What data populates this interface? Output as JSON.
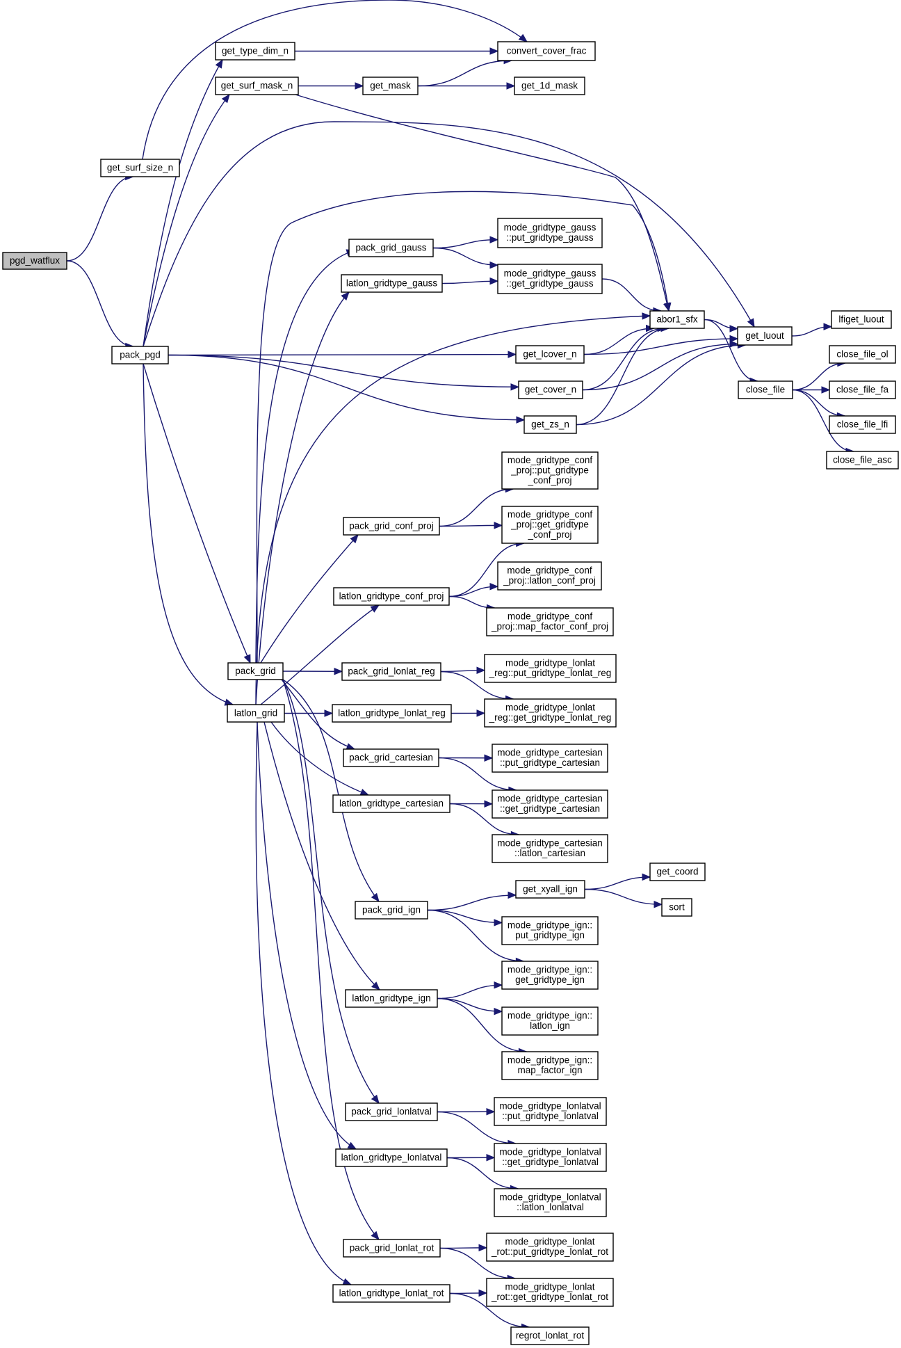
{
  "colors": {
    "edge": "#191970",
    "node_border": "#000000",
    "root_fill": "#bfbfbf",
    "node_fill": "#ffffff"
  },
  "nodes": [
    {
      "id": "pgd_watflux",
      "lines": [
        "pgd_watflux"
      ],
      "root": true
    },
    {
      "id": "get_surf_size_n",
      "lines": [
        "get_surf_size_n"
      ]
    },
    {
      "id": "pack_pgd",
      "lines": [
        "pack_pgd"
      ]
    },
    {
      "id": "get_type_dim_n",
      "lines": [
        "get_type_dim_n"
      ]
    },
    {
      "id": "get_surf_mask_n",
      "lines": [
        "get_surf_mask_n"
      ]
    },
    {
      "id": "get_mask",
      "lines": [
        "get_mask"
      ]
    },
    {
      "id": "convert_cover_frac",
      "lines": [
        "convert_cover_frac"
      ]
    },
    {
      "id": "get_1d_mask",
      "lines": [
        "get_1d_mask"
      ]
    },
    {
      "id": "pack_grid_gauss",
      "lines": [
        "pack_grid_gauss"
      ]
    },
    {
      "id": "latlon_gridtype_gauss",
      "lines": [
        "latlon_gridtype_gauss"
      ]
    },
    {
      "id": "mg_gauss_put",
      "lines": [
        "mode_gridtype_gauss",
        "::put_gridtype_gauss"
      ]
    },
    {
      "id": "mg_gauss_get",
      "lines": [
        "mode_gridtype_gauss",
        "::get_gridtype_gauss"
      ]
    },
    {
      "id": "abor1_sfx",
      "lines": [
        "abor1_sfx"
      ]
    },
    {
      "id": "get_luout",
      "lines": [
        "get_luout"
      ]
    },
    {
      "id": "lfiget_luout",
      "lines": [
        "lfiget_luout"
      ]
    },
    {
      "id": "get_lcover_n",
      "lines": [
        "get_lcover_n"
      ]
    },
    {
      "id": "get_cover_n",
      "lines": [
        "get_cover_n"
      ]
    },
    {
      "id": "get_zs_n",
      "lines": [
        "get_zs_n"
      ]
    },
    {
      "id": "close_file",
      "lines": [
        "close_file"
      ]
    },
    {
      "id": "close_file_ol",
      "lines": [
        "close_file_ol"
      ]
    },
    {
      "id": "close_file_fa",
      "lines": [
        "close_file_fa"
      ]
    },
    {
      "id": "close_file_lfi",
      "lines": [
        "close_file_lfi"
      ]
    },
    {
      "id": "close_file_asc",
      "lines": [
        "close_file_asc"
      ]
    },
    {
      "id": "pack_grid_conf_proj",
      "lines": [
        "pack_grid_conf_proj"
      ]
    },
    {
      "id": "latlon_gridtype_conf_proj",
      "lines": [
        "latlon_gridtype_conf_proj"
      ]
    },
    {
      "id": "mg_conf_put",
      "lines": [
        "mode_gridtype_conf",
        "_proj::put_gridtype",
        "_conf_proj"
      ]
    },
    {
      "id": "mg_conf_get",
      "lines": [
        "mode_gridtype_conf",
        "_proj::get_gridtype",
        "_conf_proj"
      ]
    },
    {
      "id": "mg_conf_latlon",
      "lines": [
        "mode_gridtype_conf",
        "_proj::latlon_conf_proj"
      ]
    },
    {
      "id": "mg_conf_map",
      "lines": [
        "mode_gridtype_conf",
        "_proj::map_factor_conf_proj"
      ]
    },
    {
      "id": "pack_grid",
      "lines": [
        "pack_grid"
      ]
    },
    {
      "id": "latlon_grid",
      "lines": [
        "latlon_grid"
      ]
    },
    {
      "id": "pack_grid_lonlat_reg",
      "lines": [
        "pack_grid_lonlat_reg"
      ]
    },
    {
      "id": "latlon_gridtype_lonlat_reg",
      "lines": [
        "latlon_gridtype_lonlat_reg"
      ]
    },
    {
      "id": "mg_llreg_put",
      "lines": [
        "mode_gridtype_lonlat",
        "_reg::put_gridtype_lonlat_reg"
      ]
    },
    {
      "id": "mg_llreg_get",
      "lines": [
        "mode_gridtype_lonlat",
        "_reg::get_gridtype_lonlat_reg"
      ]
    },
    {
      "id": "pack_grid_cartesian",
      "lines": [
        "pack_grid_cartesian"
      ]
    },
    {
      "id": "latlon_gridtype_cartesian",
      "lines": [
        "latlon_gridtype_cartesian"
      ]
    },
    {
      "id": "mg_cart_put",
      "lines": [
        "mode_gridtype_cartesian",
        "::put_gridtype_cartesian"
      ]
    },
    {
      "id": "mg_cart_get",
      "lines": [
        "mode_gridtype_cartesian",
        "::get_gridtype_cartesian"
      ]
    },
    {
      "id": "mg_cart_latlon",
      "lines": [
        "mode_gridtype_cartesian",
        "::latlon_cartesian"
      ]
    },
    {
      "id": "pack_grid_ign",
      "lines": [
        "pack_grid_ign"
      ]
    },
    {
      "id": "get_xyall_ign",
      "lines": [
        "get_xyall_ign"
      ]
    },
    {
      "id": "get_coord",
      "lines": [
        "get_coord"
      ]
    },
    {
      "id": "sort",
      "lines": [
        "sort"
      ]
    },
    {
      "id": "latlon_gridtype_ign",
      "lines": [
        "latlon_gridtype_ign"
      ]
    },
    {
      "id": "mg_ign_put",
      "lines": [
        "mode_gridtype_ign::",
        "put_gridtype_ign"
      ]
    },
    {
      "id": "mg_ign_get",
      "lines": [
        "mode_gridtype_ign::",
        "get_gridtype_ign"
      ]
    },
    {
      "id": "mg_ign_latlon",
      "lines": [
        "mode_gridtype_ign::",
        "latlon_ign"
      ]
    },
    {
      "id": "mg_ign_map",
      "lines": [
        "mode_gridtype_ign::",
        "map_factor_ign"
      ]
    },
    {
      "id": "pack_grid_lonlatval",
      "lines": [
        "pack_grid_lonlatval"
      ]
    },
    {
      "id": "latlon_gridtype_lonlatval",
      "lines": [
        "latlon_gridtype_lonlatval"
      ]
    },
    {
      "id": "mg_llval_put",
      "lines": [
        "mode_gridtype_lonlatval",
        "::put_gridtype_lonlatval"
      ]
    },
    {
      "id": "mg_llval_get",
      "lines": [
        "mode_gridtype_lonlatval",
        "::get_gridtype_lonlatval"
      ]
    },
    {
      "id": "mg_llval_latlon",
      "lines": [
        "mode_gridtype_lonlatval",
        "::latlon_lonlatval"
      ]
    },
    {
      "id": "pack_grid_lonlat_rot",
      "lines": [
        "pack_grid_lonlat_rot"
      ]
    },
    {
      "id": "latlon_gridtype_lonlat_rot",
      "lines": [
        "latlon_gridtype_lonlat_rot"
      ]
    },
    {
      "id": "mg_llrot_put",
      "lines": [
        "mode_gridtype_lonlat",
        "_rot::put_gridtype_lonlat_rot"
      ]
    },
    {
      "id": "mg_llrot_get",
      "lines": [
        "mode_gridtype_lonlat",
        "_rot::get_gridtype_lonlat_rot"
      ]
    },
    {
      "id": "regrot_lonlat_rot",
      "lines": [
        "regrot_lonlat_rot"
      ]
    }
  ],
  "edges": [
    [
      "pgd_watflux",
      "get_surf_size_n"
    ],
    [
      "pgd_watflux",
      "pack_pgd"
    ],
    [
      "get_surf_size_n",
      "convert_cover_frac"
    ],
    [
      "pack_pgd",
      "get_type_dim_n"
    ],
    [
      "pack_pgd",
      "get_surf_mask_n"
    ],
    [
      "pack_pgd",
      "get_luout"
    ],
    [
      "pack_pgd",
      "get_lcover_n"
    ],
    [
      "pack_pgd",
      "get_cover_n"
    ],
    [
      "pack_pgd",
      "get_zs_n"
    ],
    [
      "pack_pgd",
      "pack_grid"
    ],
    [
      "pack_pgd",
      "latlon_grid"
    ],
    [
      "get_type_dim_n",
      "convert_cover_frac"
    ],
    [
      "get_surf_mask_n",
      "get_mask"
    ],
    [
      "get_surf_mask_n",
      "abor1_sfx"
    ],
    [
      "get_mask",
      "convert_cover_frac"
    ],
    [
      "get_mask",
      "get_1d_mask"
    ],
    [
      "pack_grid_gauss",
      "mg_gauss_put"
    ],
    [
      "pack_grid_gauss",
      "mg_gauss_get"
    ],
    [
      "latlon_gridtype_gauss",
      "mg_gauss_get"
    ],
    [
      "mg_gauss_get",
      "abor1_sfx"
    ],
    [
      "abor1_sfx",
      "get_luout"
    ],
    [
      "abor1_sfx",
      "close_file"
    ],
    [
      "get_luout",
      "lfiget_luout"
    ],
    [
      "get_lcover_n",
      "abor1_sfx"
    ],
    [
      "get_lcover_n",
      "get_luout"
    ],
    [
      "get_cover_n",
      "abor1_sfx"
    ],
    [
      "get_cover_n",
      "get_luout"
    ],
    [
      "get_zs_n",
      "abor1_sfx"
    ],
    [
      "get_zs_n",
      "get_luout"
    ],
    [
      "close_file",
      "close_file_ol"
    ],
    [
      "close_file",
      "close_file_fa"
    ],
    [
      "close_file",
      "close_file_lfi"
    ],
    [
      "close_file",
      "close_file_asc"
    ],
    [
      "pack_grid",
      "pack_grid_gauss"
    ],
    [
      "pack_grid",
      "abor1_sfx"
    ],
    [
      "pack_grid",
      "pack_grid_conf_proj"
    ],
    [
      "pack_grid",
      "pack_grid_lonlat_reg"
    ],
    [
      "pack_grid",
      "pack_grid_cartesian"
    ],
    [
      "pack_grid",
      "pack_grid_ign"
    ],
    [
      "pack_grid",
      "pack_grid_lonlatval"
    ],
    [
      "pack_grid",
      "pack_grid_lonlat_rot"
    ],
    [
      "latlon_grid",
      "latlon_gridtype_gauss"
    ],
    [
      "latlon_grid",
      "abor1_sfx"
    ],
    [
      "latlon_grid",
      "latlon_gridtype_conf_proj"
    ],
    [
      "latlon_grid",
      "latlon_gridtype_lonlat_reg"
    ],
    [
      "latlon_grid",
      "latlon_gridtype_cartesian"
    ],
    [
      "latlon_grid",
      "latlon_gridtype_ign"
    ],
    [
      "latlon_grid",
      "latlon_gridtype_lonlatval"
    ],
    [
      "latlon_grid",
      "latlon_gridtype_lonlat_rot"
    ],
    [
      "pack_grid_conf_proj",
      "mg_conf_put"
    ],
    [
      "pack_grid_conf_proj",
      "mg_conf_get"
    ],
    [
      "latlon_gridtype_conf_proj",
      "mg_conf_get"
    ],
    [
      "latlon_gridtype_conf_proj",
      "mg_conf_latlon"
    ],
    [
      "latlon_gridtype_conf_proj",
      "mg_conf_map"
    ],
    [
      "pack_grid_lonlat_reg",
      "mg_llreg_put"
    ],
    [
      "pack_grid_lonlat_reg",
      "mg_llreg_get"
    ],
    [
      "latlon_gridtype_lonlat_reg",
      "mg_llreg_get"
    ],
    [
      "pack_grid_cartesian",
      "mg_cart_put"
    ],
    [
      "pack_grid_cartesian",
      "mg_cart_get"
    ],
    [
      "latlon_gridtype_cartesian",
      "mg_cart_get"
    ],
    [
      "latlon_gridtype_cartesian",
      "mg_cart_latlon"
    ],
    [
      "pack_grid_ign",
      "get_xyall_ign"
    ],
    [
      "pack_grid_ign",
      "mg_ign_put"
    ],
    [
      "pack_grid_ign",
      "mg_ign_get"
    ],
    [
      "get_xyall_ign",
      "get_coord"
    ],
    [
      "get_xyall_ign",
      "sort"
    ],
    [
      "latlon_gridtype_ign",
      "mg_ign_get"
    ],
    [
      "latlon_gridtype_ign",
      "mg_ign_latlon"
    ],
    [
      "latlon_gridtype_ign",
      "mg_ign_map"
    ],
    [
      "pack_grid_lonlatval",
      "mg_llval_put"
    ],
    [
      "pack_grid_lonlatval",
      "mg_llval_get"
    ],
    [
      "latlon_gridtype_lonlatval",
      "mg_llval_get"
    ],
    [
      "latlon_gridtype_lonlatval",
      "mg_llval_latlon"
    ],
    [
      "pack_grid_lonlat_rot",
      "mg_llrot_put"
    ],
    [
      "pack_grid_lonlat_rot",
      "mg_llrot_get"
    ],
    [
      "latlon_gridtype_lonlat_rot",
      "mg_llrot_get"
    ],
    [
      "latlon_gridtype_lonlat_rot",
      "regrot_lonlat_rot"
    ]
  ]
}
